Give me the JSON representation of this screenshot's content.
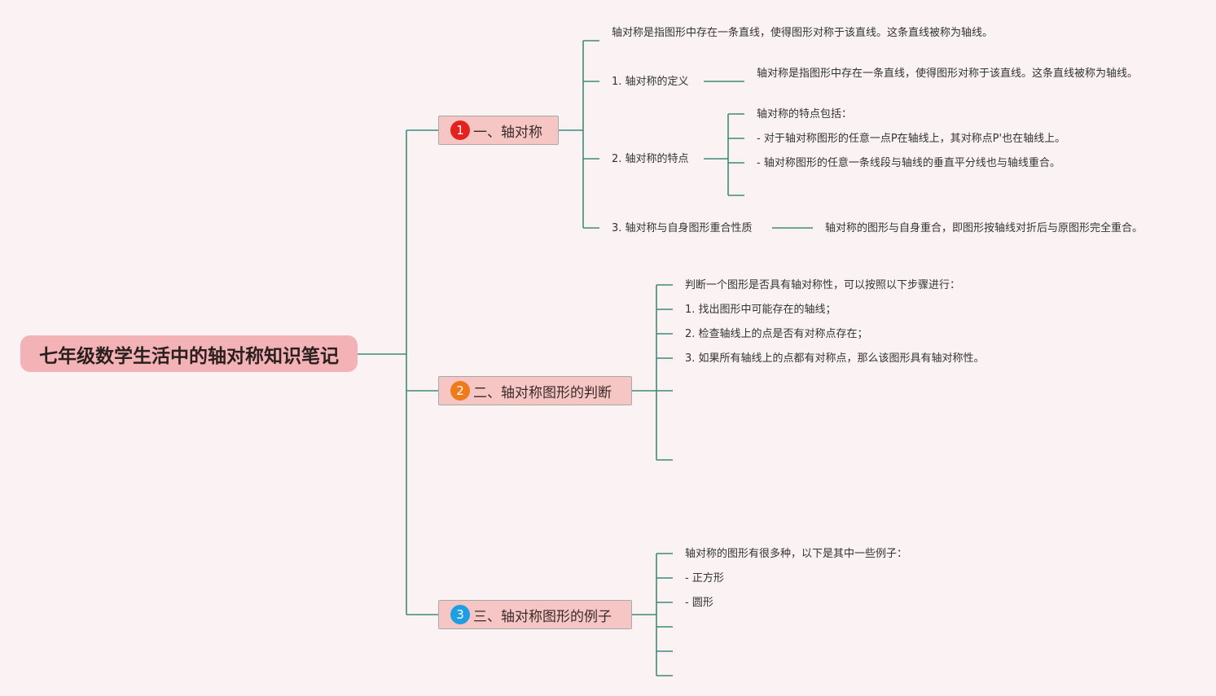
{
  "colors": {
    "background": "#faf2f3",
    "connector": "#3f8a7a",
    "root_fill": "#f2b2b6",
    "branch_fill": "#f5c6c3",
    "badge_1": "#e5211f",
    "badge_2": "#ef7a1a",
    "badge_3": "#1e9ee3"
  },
  "root": {
    "title": "七年级数学生活中的轴对称知识笔记"
  },
  "branches": [
    {
      "number": "1",
      "title": "一、轴对称",
      "children": [
        {
          "text": "轴对称是指图形中存在一条直线，使得图形对称于该直线。这条直线被称为轴线。"
        },
        {
          "text": "1. 轴对称的定义",
          "detail": "轴对称是指图形中存在一条直线，使得图形对称于该直线。这条直线被称为轴线。"
        },
        {
          "text": "2. 轴对称的特点",
          "details": [
            "轴对称的特点包括：",
            "- 对于轴对称图形的任意一点P在轴线上，其对称点P'也在轴线上。",
            "- 轴对称图形的任意一条线段与轴线的垂直平分线也与轴线重合。"
          ]
        },
        {
          "text": "3. 轴对称与自身图形重合性质",
          "detail": "轴对称的图形与自身重合，即图形按轴线对折后与原图形完全重合。"
        }
      ]
    },
    {
      "number": "2",
      "title": "二、轴对称图形的判断",
      "children": [
        "判断一个图形是否具有轴对称性，可以按照以下步骤进行：",
        "1. 找出图形中可能存在的轴线；",
        "2. 检查轴线上的点是否有对称点存在；",
        "3. 如果所有轴线上的点都有对称点，那么该图形具有轴对称性。"
      ]
    },
    {
      "number": "3",
      "title": "三、轴对称图形的例子",
      "children": [
        "轴对称的图形有很多种，以下是其中一些例子：",
        "- 正方形",
        "- 圆形"
      ]
    }
  ]
}
